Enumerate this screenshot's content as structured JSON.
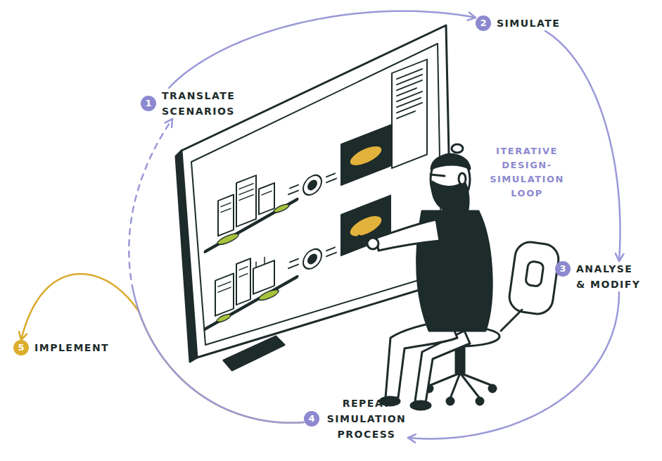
{
  "diagram": {
    "nodes": [
      {
        "text": [
          "1",
          "TRANSLATE SCENARIOS"
        ]
      },
      {
        "text": [
          "2",
          "SIMULATE"
        ]
      },
      {
        "text": [
          "3",
          "ANALYSE & MODIFY"
        ]
      },
      {
        "text": [
          "4",
          "REPEAT SIMULATION PROCESS"
        ]
      },
      {
        "text": [
          "5",
          "IMPLEMENT"
        ]
      }
    ],
    "edges": [
      {
        "from": 0,
        "to": 1,
        "arrow": "to"
      },
      {
        "from": 1,
        "to": 2,
        "arrow": "to"
      },
      {
        "from": 2,
        "to": 3,
        "arrow": "to"
      },
      {
        "from": 3,
        "to": 0,
        "arrow": "to"
      },
      {
        "from": 3,
        "to": 4,
        "arrow": "to"
      }
    ],
    "labels": [
      "ITERATIVE DESIGN-SIMULATION LOOP"
    ]
  }
}
